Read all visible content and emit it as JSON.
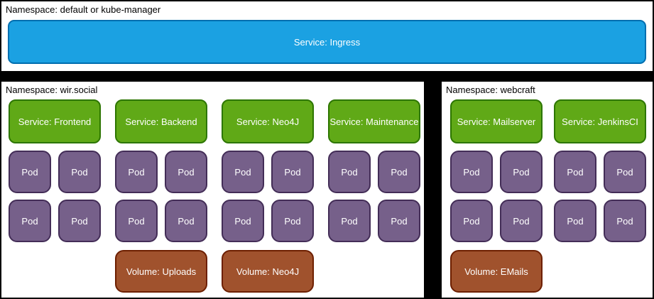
{
  "colors": {
    "background": "#000000",
    "panel_bg": "#ffffff",
    "panel_border": "#000000",
    "ingress_fill": "#1BA1E2",
    "ingress_stroke": "#006EAF",
    "service_fill": "#60A917",
    "service_stroke": "#2D7600",
    "pod_fill": "#76608A",
    "pod_stroke": "#432D57",
    "volume_fill": "#A0522D",
    "volume_stroke": "#6D1F00",
    "node_text": "#ffffff",
    "title_text": "#000000"
  },
  "top_namespace": {
    "title": "Namespace: default or kube-manager",
    "service_label": "Service: Ingress"
  },
  "left_namespace": {
    "title": "Namespace: wir.social",
    "columns": [
      {
        "service": "Service: Frontend",
        "pods": [
          "Pod",
          "Pod",
          "Pod",
          "Pod"
        ]
      },
      {
        "service": "Service: Backend",
        "pods": [
          "Pod",
          "Pod",
          "Pod",
          "Pod"
        ],
        "volume": "Volume: Uploads"
      },
      {
        "service": "Service: Neo4J",
        "pods": [
          "Pod",
          "Pod",
          "Pod",
          "Pod"
        ],
        "volume": "Volume: Neo4J"
      },
      {
        "service": "Service: Maintenance",
        "pods": [
          "Pod",
          "Pod",
          "Pod",
          "Pod"
        ]
      }
    ]
  },
  "right_namespace": {
    "title": "Namespace: webcraft",
    "columns": [
      {
        "service": "Service: Mailserver",
        "pods": [
          "Pod",
          "Pod",
          "Pod",
          "Pod"
        ],
        "volume": "Volume: EMails"
      },
      {
        "service": "Service: JenkinsCI",
        "pods": [
          "Pod",
          "Pod",
          "Pod",
          "Pod"
        ]
      }
    ]
  }
}
